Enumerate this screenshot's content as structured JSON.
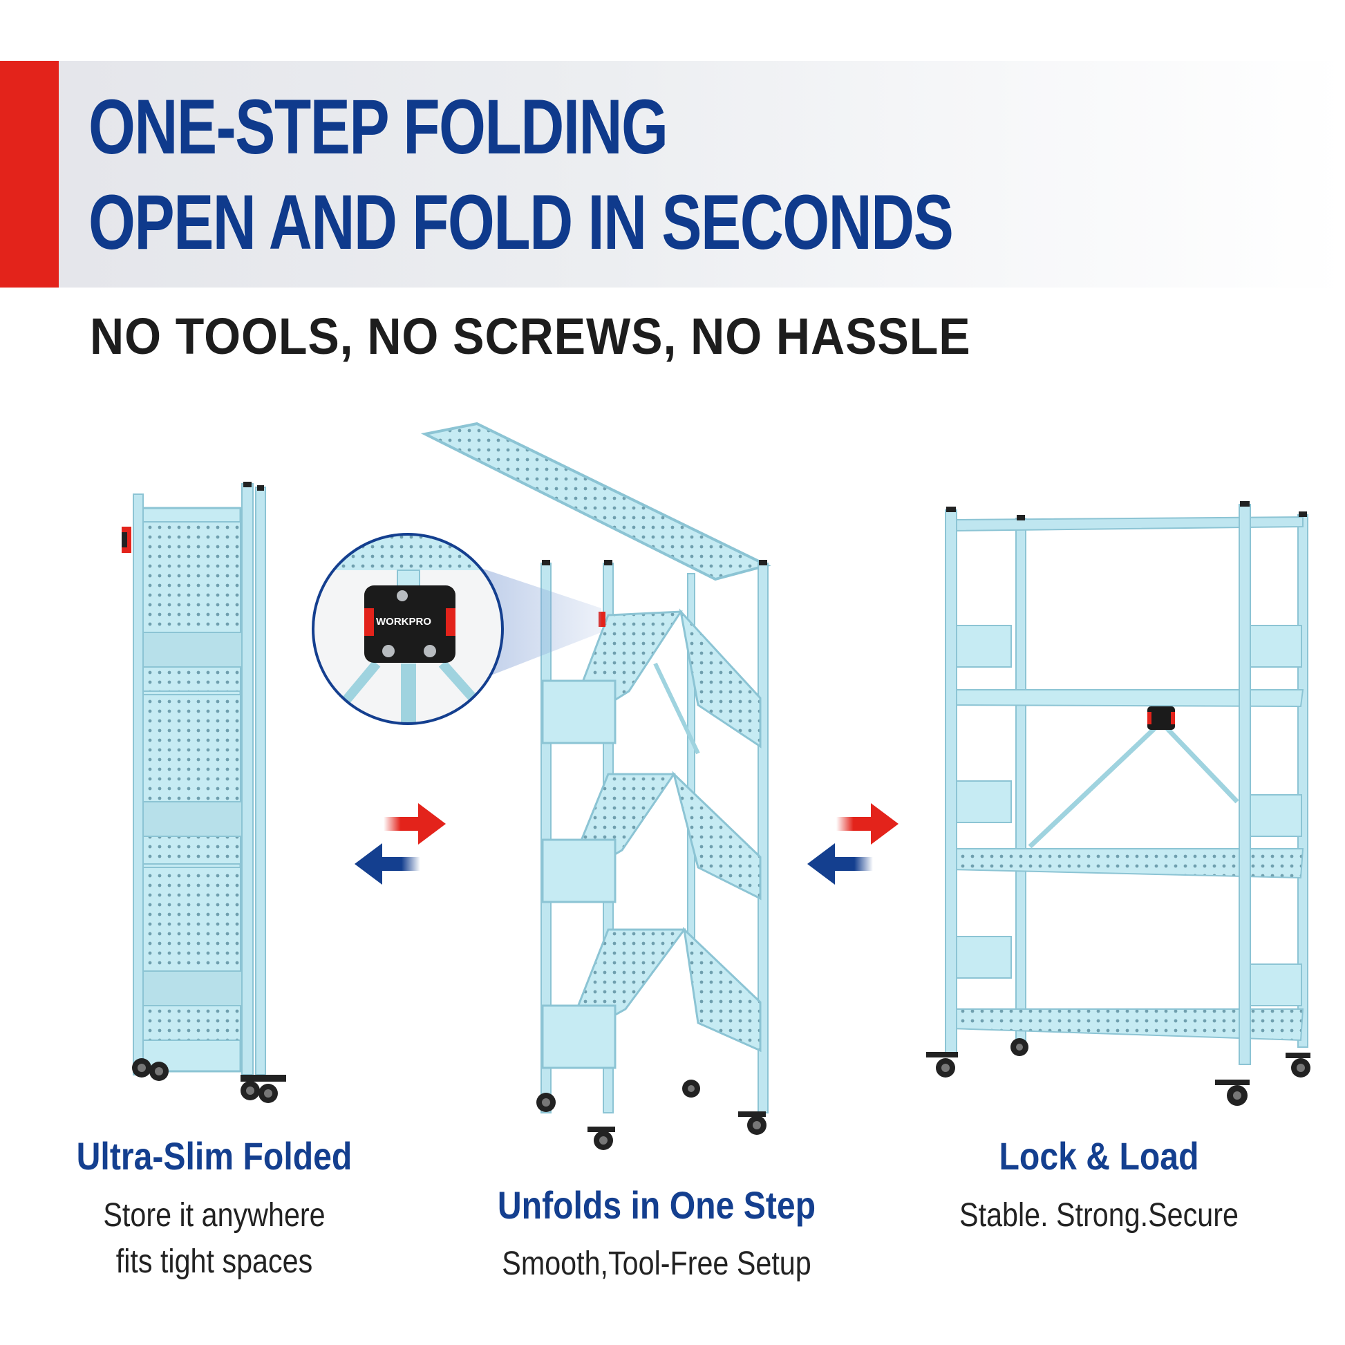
{
  "header": {
    "line1": "ONE-STEP FOLDING",
    "line2": "OPEN AND FOLD IN SECONDS",
    "subhead": "NO TOOLS, NO SCREWS, NO HASSLE"
  },
  "colors": {
    "headline": "#0f3a8c",
    "accent_red": "#e3231b",
    "shelf_blue": "#bfe6f0",
    "shelf_edge": "#8cc4d4",
    "arrow_red": "#e3231b",
    "arrow_blue": "#143f8f"
  },
  "zoom_badge": {
    "brand": "WORKPRO"
  },
  "panels": [
    {
      "title": "Ultra-Slim Folded",
      "line1": "Store it anywhere",
      "line2": "fits tight spaces",
      "illustration": "folded-shelf"
    },
    {
      "title": "Unfolds in One Step",
      "line1": "Smooth,Tool-Free Setup",
      "illustration": "unfolding-shelf"
    },
    {
      "title": "Lock & Load",
      "line1": "Stable. Strong.Secure",
      "illustration": "open-shelf"
    }
  ],
  "arrows": [
    "swap-arrows-icon",
    "swap-arrows-icon"
  ]
}
